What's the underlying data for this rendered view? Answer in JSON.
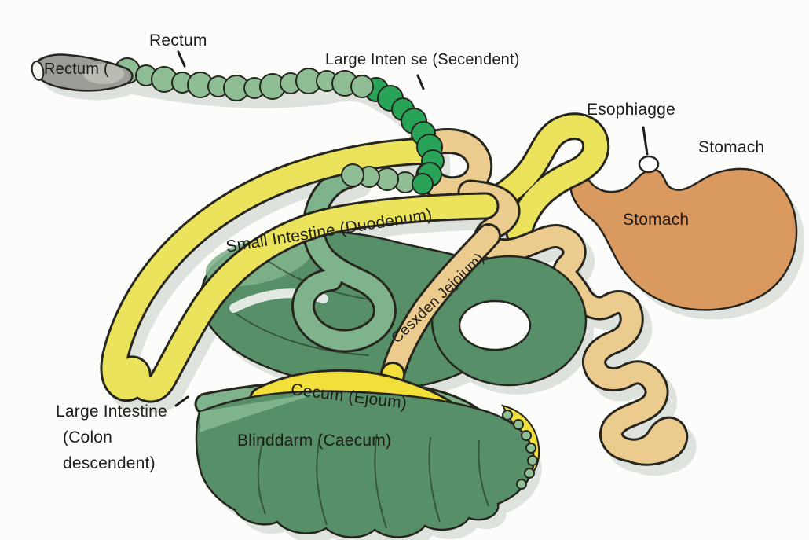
{
  "labels": {
    "rectum_tube": "Rectum (",
    "rectum": "Rectum",
    "large_intestine_top": "Large Inten se (Secendent)",
    "esophagus": "Esophiagge",
    "stomach_label": "Stomach",
    "stomach_inner": "Stomach",
    "small_intestine": "Small Intestine (Duodenum)",
    "jejunum": "Cesxden Jejoium)",
    "cecum": "Cecum (Ejoum)",
    "blinddarm": "Blinddarm (Caecum)",
    "colon_1": "Large Intestine",
    "colon_2": "(Colon",
    "colon_3": "descendent)"
  },
  "colors": {
    "yellow": "#ebe35b",
    "cecum_yellow": "#f2df3a",
    "tan": "#eccb8e",
    "orange": "#d9995f",
    "sage": "#8fbe94",
    "bright_green": "#28a357",
    "green": "#28a357",
    "dark_green": "#578f68",
    "light_green": "#7fb38b",
    "gray": "#9b9d97",
    "outline": "#26261f",
    "shadow": "#d8ded7",
    "bg": "#fcfcfa",
    "label_color": "#1d1d1a"
  }
}
